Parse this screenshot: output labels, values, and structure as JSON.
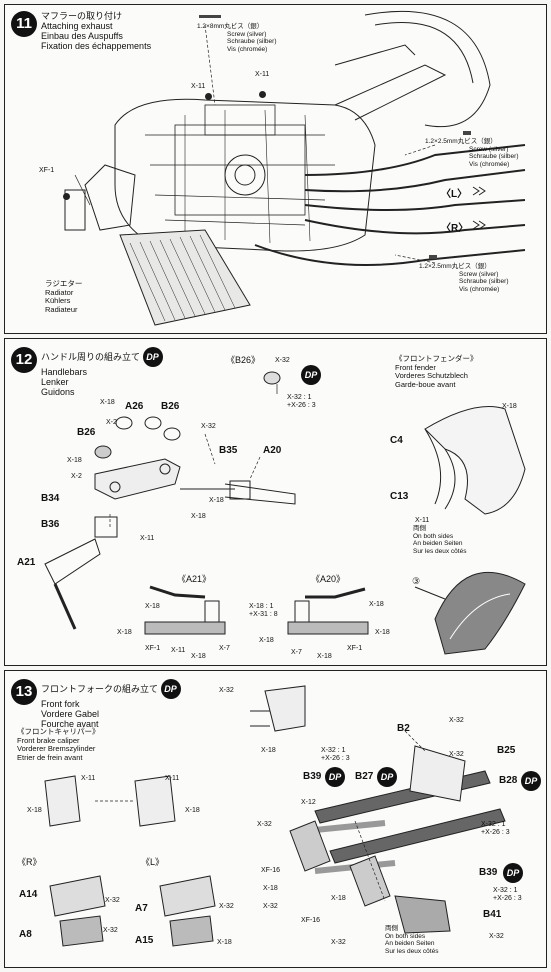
{
  "step11": {
    "number": "11",
    "title_ja": "マフラーの取り付け",
    "title_en": "Attaching exhaust",
    "title_de": "Einbau des Auspuffs",
    "title_fr": "Fixation des échappements",
    "screw_top": {
      "size": "1.2×8mm丸ビス（銀）",
      "en": "Screw (silver)",
      "de": "Schraube (silber)",
      "fr": "Vis (chromée)"
    },
    "screw_mid": {
      "size": "1.2×2.5mm丸ビス（銀）",
      "en": "Screw (silver)",
      "de": "Schraube (silber)",
      "fr": "Vis (chromée)"
    },
    "screw_bot": {
      "size": "1.2×2.5mm丸ビス（銀）",
      "en": "Screw (silver)",
      "de": "Schraube (silber)",
      "fr": "Vis (chromée)"
    },
    "radiator": {
      "ja": "ラジエター",
      "en": "Radiator",
      "de": "Kühlers",
      "fr": "Radiateur"
    },
    "labels": {
      "x11a": "X-11",
      "x11b": "X-11",
      "xf1": "XF-1",
      "l": "〈L〉",
      "r": "〈R〉"
    }
  },
  "step12": {
    "number": "12",
    "title_ja": "ハンドル周りの組み立て",
    "title_en": "Handlebars",
    "title_de": "Lenker",
    "title_fr": "Guidons",
    "dp": "DP",
    "b26_header": "《B26》",
    "b26_paint": "X-32",
    "b26_mix1": "X-32 : 1",
    "b26_mix2": "+X-26 : 3",
    "fender": {
      "ja": "《フロントフェンダー》",
      "en": "Front fender",
      "de": "Vorderes Schutzblech",
      "fr": "Garde-boue avant"
    },
    "fender_x18": "X-18",
    "fender_x11": "X-11",
    "both_sides": {
      "ja": "両側",
      "en": "On both sides",
      "de": "An beiden Seiten",
      "fr": "Sur les deux côtés"
    },
    "parts": {
      "a26": "A26",
      "b26a": "B26",
      "b26b": "B26",
      "b35": "B35",
      "a20": "A20",
      "b34": "B34",
      "b36": "B36",
      "a21": "A21",
      "c4": "C4",
      "c13": "C13"
    },
    "paints": {
      "x18a": "X-18",
      "x2a": "X-2",
      "x18b": "X-18",
      "x2b": "X-2",
      "x32": "X-32",
      "x11": "X-11",
      "x18c": "X-18",
      "x18d": "X-18"
    },
    "a21_header": "《A21》",
    "a20_header": "《A20》",
    "a21_paints": {
      "x18": "X-18",
      "x18b": "X-18",
      "xf1": "XF-1",
      "x11": "X-11",
      "x18c": "X-18",
      "x7": "X-7"
    },
    "a20_paints": {
      "mix1": "X-18 : 1",
      "mix2": "+X-31 : 8",
      "x18": "X-18",
      "x18b": "X-18",
      "x7": "X-7",
      "x18c": "X-18",
      "xf1": "XF-1",
      "x18d": "X-18"
    },
    "arrow_num": "③"
  },
  "step13": {
    "number": "13",
    "title_ja": "フロントフォークの組み立て",
    "title_en": "Front fork",
    "title_de": "Vordere Gabel",
    "title_fr": "Fourche avant",
    "dp": "DP",
    "caliper": {
      "ja": "《フロントキャリパー》",
      "en": "Front brake caliper",
      "de": "Vorderer Bremszylinder",
      "fr": "Etrier de frein avant"
    },
    "r_header": "《R》",
    "l_header": "《L》",
    "parts": {
      "b2": "B2",
      "b25": "B25",
      "b39a": "B39",
      "b27": "B27",
      "b28": "B28",
      "b39b": "B39",
      "b41": "B41",
      "a14": "A14",
      "a8": "A8",
      "a7": "A7",
      "a15": "A15"
    },
    "paints": {
      "x32a": "X-32",
      "x18a": "X-18",
      "x32b": "X-32",
      "x32c": "X-32",
      "mix1": "X-32 : 1",
      "mix2": "+X-26 : 3",
      "x12": "X-12",
      "x32d": "X-32",
      "xf16a": "XF-16",
      "x18b": "X-18",
      "x32e": "X-32",
      "xf16b": "XF-16",
      "x18c": "X-18",
      "x32f": "X-32",
      "x11a": "X-11",
      "x11b": "X-11",
      "x18d": "X-18",
      "x18e": "X-18",
      "x32g": "X-32",
      "x32h": "X-32",
      "x32i": "X-32",
      "x32j": "X-32",
      "mix3": "X-32 : 1",
      "mix4": "+X-26 : 3",
      "mix5": "X-32 : 1",
      "mix6": "+X-26 : 3",
      "x18f": "X-18"
    },
    "both_sides": {
      "ja": "両側",
      "en": "On both sides",
      "de": "An beiden Seiten",
      "fr": "Sur les deux côtés"
    }
  }
}
